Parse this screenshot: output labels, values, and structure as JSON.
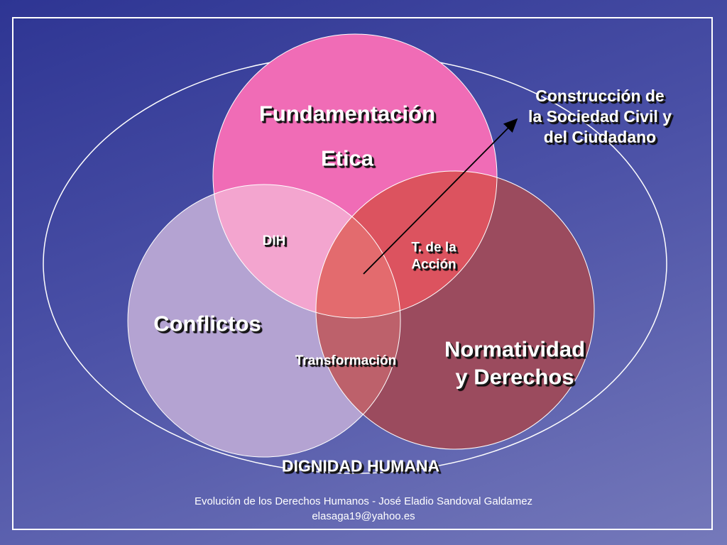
{
  "diagram": {
    "outer_ellipse_label": "DIGNIDAD HUMANA",
    "circles": {
      "top": {
        "line1": "Fundamentación",
        "line2": "Etica",
        "color": "#f06cb6"
      },
      "left": {
        "label": "Conflictos",
        "color": "#b4a3d2"
      },
      "right": {
        "line1": "Normatividad",
        "line2": "y Derechos",
        "color": "#9b4b5e"
      }
    },
    "intersections": {
      "top_left": "DIH",
      "top_right": {
        "line1": "T. de la",
        "line2": "Acción"
      },
      "left_right": "Transformación"
    },
    "arrow_target": {
      "line1": "Construcción de",
      "line2": "la Sociedad Civil y",
      "line3": "del Ciudadano"
    }
  },
  "footer": {
    "line1": "Evolución de los Derechos Humanos - José Eladio Sandoval Galdamez",
    "line2": "elasaga19@yahoo.es"
  }
}
